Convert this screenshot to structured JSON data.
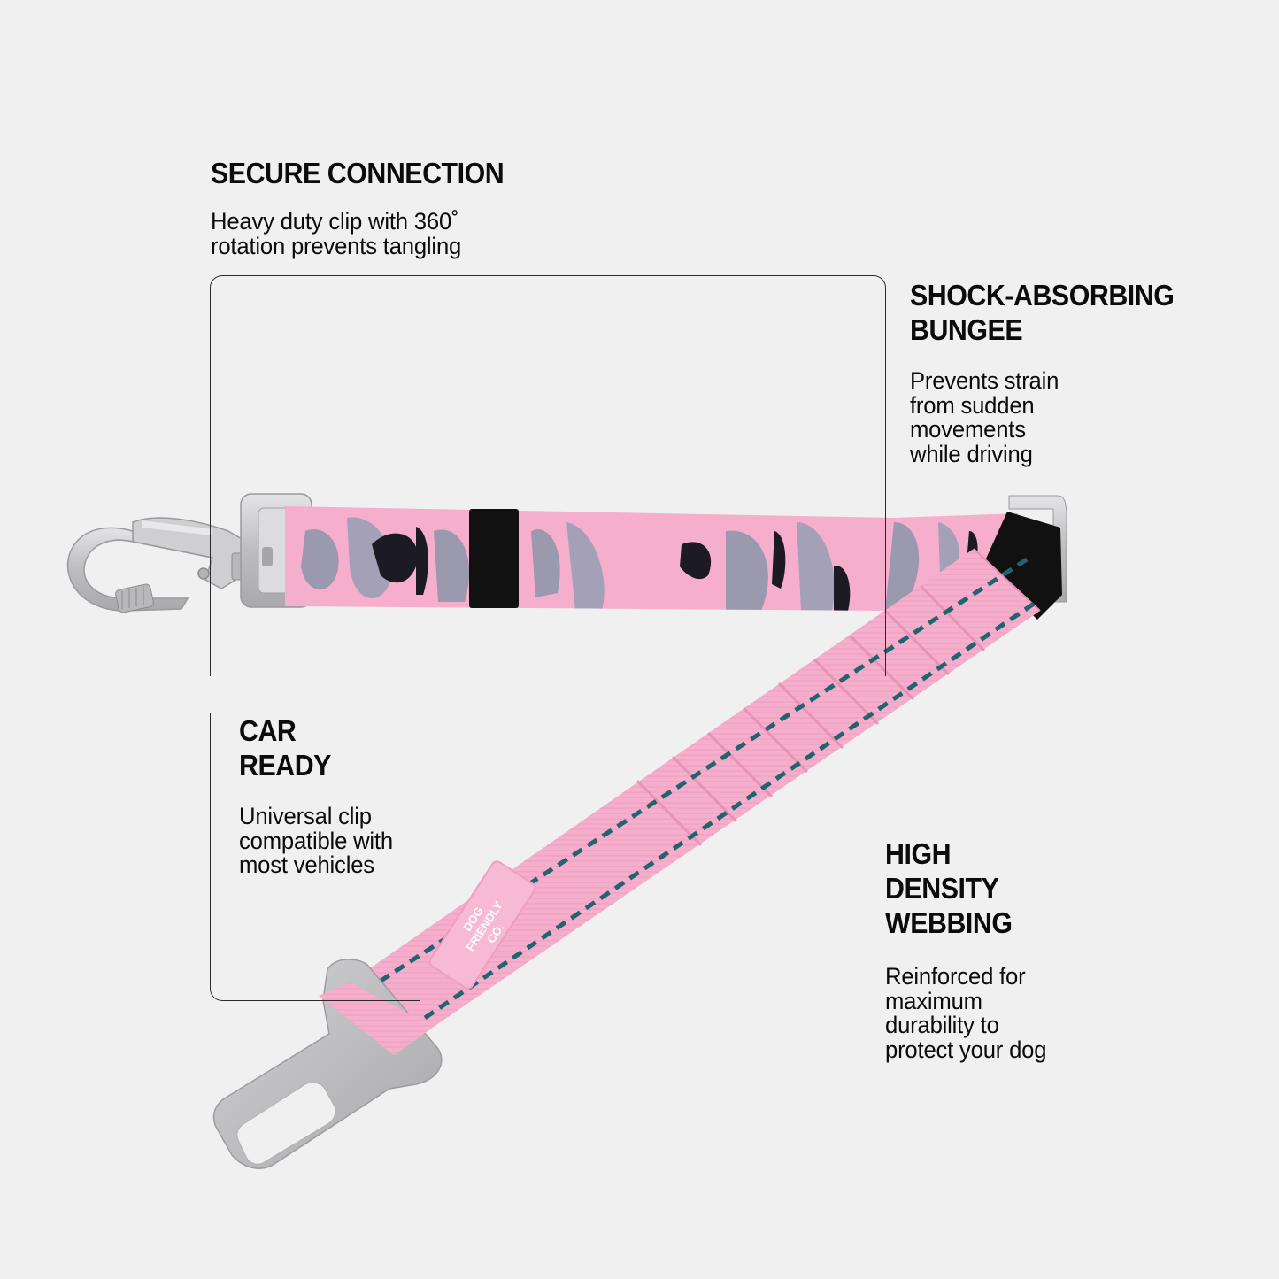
{
  "page": {
    "background": "#f0f0f0",
    "product_colors": {
      "pink": "#f5aecb",
      "pink_shade": "#e99abb",
      "camo_grey": "#9b99ad",
      "camo_black": "#1c1a22",
      "stitch_teal": "#1f6470",
      "metal": "#c4c4c6",
      "black_tab": "#111111"
    }
  },
  "features": {
    "secure": {
      "title": "SECURE CONNECTION",
      "body": "Heavy duty clip with 360˚\nrotation prevents tangling"
    },
    "shock": {
      "title_line1": "SHOCK-ABSORBING",
      "title_line2": "BUNGEE",
      "body": "Prevents strain\nfrom sudden\nmovements\nwhile driving"
    },
    "car": {
      "title_line1": "CAR",
      "title_line2": "READY",
      "body": "Universal clip\ncompatible with\nmost vehicles"
    },
    "high": {
      "title_line1": "HIGH",
      "title_line2": "DENSITY",
      "title_line3": "WEBBING",
      "body": "Reinforced for\nmaximum\ndurability to\nprotect your dog"
    }
  },
  "product": {
    "label_line1": "DOG",
    "label_line2": "FRIENDLY",
    "label_line3": "CO."
  }
}
